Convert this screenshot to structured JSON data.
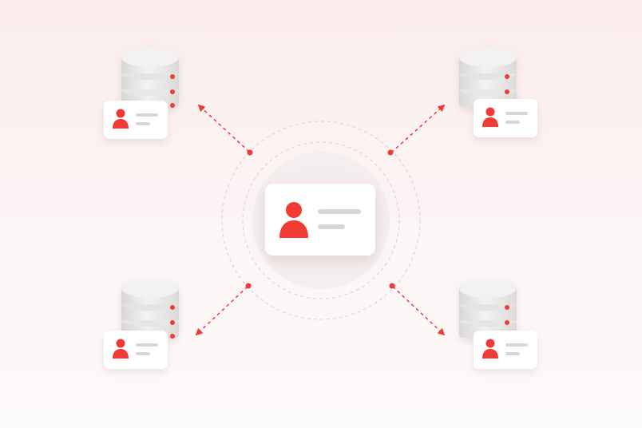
{
  "scene": {
    "center_node": {
      "name": "central-identity-card",
      "icon": "user-icon",
      "text_lines": 2
    },
    "peripheral_nodes": [
      {
        "name": "database-top-left",
        "icon": "database-icon",
        "card_icon": "user-icon",
        "arrow": "outward"
      },
      {
        "name": "database-top-right",
        "icon": "database-icon",
        "card_icon": "user-icon",
        "arrow": "outward"
      },
      {
        "name": "database-bottom-left",
        "icon": "database-icon",
        "card_icon": "user-icon",
        "arrow": "outward"
      },
      {
        "name": "database-bottom-right",
        "icon": "database-icon",
        "card_icon": "user-icon",
        "arrow": "outward"
      }
    ]
  },
  "colors": {
    "accent": "#f03b35",
    "card": "#ffffff",
    "placeholder_line": "#d9d6d6",
    "db_body": "#eeecec",
    "dashed": "#d8cfcf"
  }
}
